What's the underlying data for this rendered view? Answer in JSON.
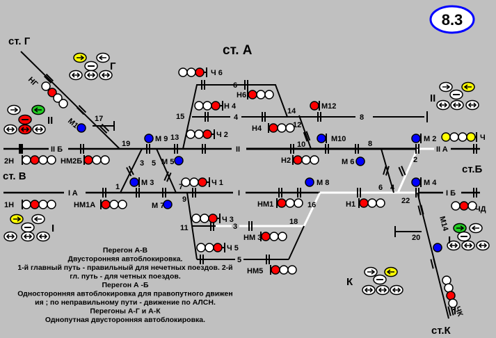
{
  "badge": "8.3",
  "colors": {
    "background": "#c0c0c0",
    "track": "#000000",
    "route_set": "#ffffff",
    "lamp_red": "#ff0000",
    "lamp_blue": "#0000ff",
    "lamp_yellow": "#ffff00",
    "lamp_green": "#22cc22",
    "lamp_off": "#ffffff",
    "badge_border": "#0000ff"
  },
  "stations": {
    "g": "ст. Г",
    "v": "ст. В",
    "a": "ст. А",
    "b": "ст.Б",
    "k": "ст.К"
  },
  "tracks": {
    "iib": "II Б",
    "ii": "II",
    "iia": "II A",
    "ia": "I A",
    "i": "I",
    "ib": "I Б",
    "t6": "6",
    "t4": "4",
    "t8": "8",
    "t3": "3",
    "t5": "5"
  },
  "switches": {
    "s17": "17",
    "s19": "19",
    "s3": "3",
    "s5": "5",
    "s1": "1",
    "s7": "7",
    "s9": "9",
    "s11": "11",
    "s13": "13",
    "s15": "15",
    "s14": "14",
    "s12": "12",
    "s10": "10",
    "s8": "8",
    "s6": "6",
    "s4": "4",
    "s2": "2",
    "s22": "22",
    "s16": "16",
    "s18": "18",
    "s20": "20"
  },
  "signals": {
    "ch6": "Ч 6",
    "n6": "Н6",
    "n4a": "Н 4",
    "n4b": "Н4",
    "ch2": "Ч 2",
    "m12": "М12",
    "m10": "М10",
    "n2": "Н2",
    "m6": "М 6",
    "m2": "М 2",
    "ch": "Ч",
    "m4": "М 4",
    "chd": "ЧД",
    "m9": "М 9",
    "m5": "М 5",
    "m3": "М 3",
    "m7": "М 7",
    "ch1": "Ч 1",
    "n2h": "2Н",
    "nm2b": "НМ2Б",
    "n1h": "1Н",
    "nm1a": "НМ1А",
    "nm1": "НМ1",
    "m8": "М 8",
    "n1": "Н1",
    "ch3": "Ч 3",
    "nm3": "НМ 3",
    "ch5": "Ч 5",
    "nm5": "НМ5",
    "m14": "М14",
    "chk": "ЧК",
    "m1": "М1",
    "ng": "НГ"
  },
  "indicators": {
    "g": "Г",
    "ii_left": "II",
    "i_left": "I",
    "ii_right": "II",
    "i_right": "I",
    "k": "К"
  },
  "notes": [
    "Перегон А-В",
    "Двусторонняя  автоблокировка.",
    "1-й главный путь - правильный для нечетных поездов. 2-й",
    "гл. путь - для четных поездов.",
    "Перегон А -Б",
    "Односторонняя автоблокировка  для правопутного  движен",
    "ия ; по  неправильному пути - движение по АЛСН.",
    "Перегоны А-Г и А-К",
    "Однопутная двусторонняя автоблокировка."
  ]
}
